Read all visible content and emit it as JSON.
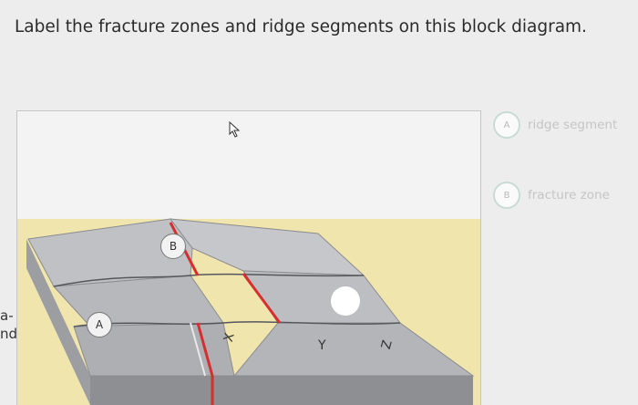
{
  "question": {
    "title": "Label the fracture zones and ridge segments on this block diagram."
  },
  "left_fragment": {
    "line1": "a-",
    "line2": "nd"
  },
  "diagram": {
    "labels": [
      "B",
      "A",
      "X",
      "Y",
      "Z"
    ]
  },
  "options": [
    {
      "letter": "A",
      "label": "ridge segment"
    },
    {
      "letter": "B",
      "label": "fracture zone"
    }
  ],
  "colors": {
    "background": "#ededee",
    "sand": "#f1e5ae",
    "rock": "#b9bbbe",
    "ridge_red": "#d72e2e",
    "option_ring": "#c9dcd3"
  }
}
